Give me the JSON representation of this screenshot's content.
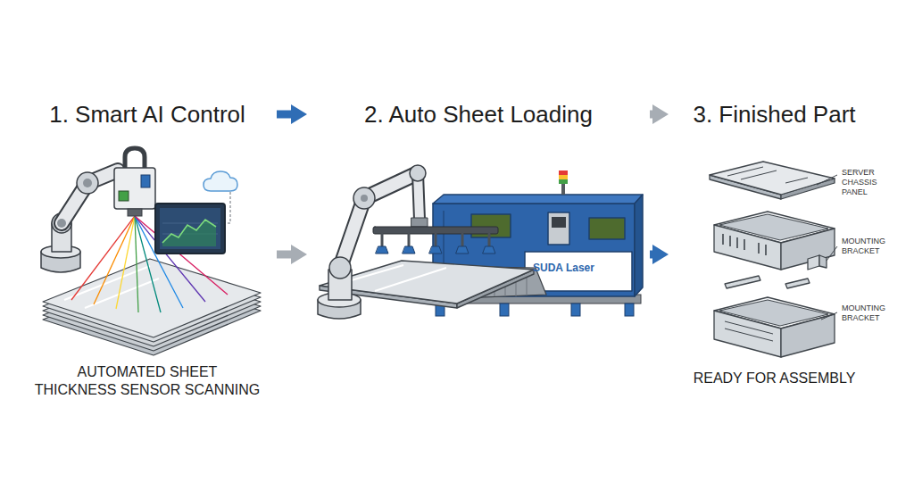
{
  "diagram": {
    "nodes": [
      {
        "text": [
          "1. Smart AI Control",
          "AUTOMATED SHEET THICKNESS SENSOR SCANNING"
        ]
      },
      {
        "text": [
          "2. Auto Sheet Loading"
        ]
      },
      {
        "text": [
          "3. Finished Part",
          "READY FOR ASSEMBLY"
        ]
      }
    ],
    "edges": [
      {
        "from": 0,
        "to": 1,
        "arrow": "to"
      },
      {
        "from": 1,
        "to": 2,
        "arrow": "to"
      },
      {
        "from": 0,
        "to": 1,
        "arrow": "to"
      },
      {
        "from": 1,
        "to": 2,
        "arrow": "to"
      }
    ],
    "labels": [
      "SUDA Laser",
      "SERVER CHASSIS PANEL",
      "MOUNTING BRACKET",
      "MOUNTING BRACKET"
    ]
  }
}
